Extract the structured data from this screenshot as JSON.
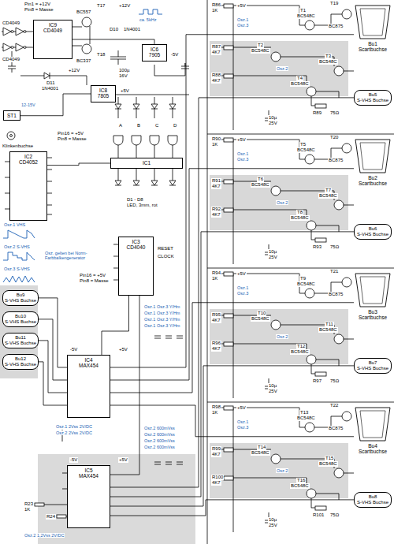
{
  "diagram": {
    "nodes": [
      {
        "text": [
          "IC9",
          "CD4049"
        ]
      },
      {
        "text": [
          "IC6",
          "7905"
        ]
      },
      {
        "text": [
          "ST1"
        ]
      },
      {
        "text": [
          "IC8",
          "7805"
        ]
      },
      {
        "text": [
          "IC1"
        ]
      },
      {
        "text": [
          "IC2",
          "CD4052"
        ]
      },
      {
        "text": [
          "IC3",
          "CD4040"
        ]
      },
      {
        "text": [
          "Bu9",
          "S-VHS Buchse"
        ]
      },
      {
        "text": [
          "Bu10",
          "S-VHS Buchse"
        ]
      },
      {
        "text": [
          "Bu11",
          "S-VHS Buchse"
        ]
      },
      {
        "text": [
          "Bu12",
          "S-VHS Buchse"
        ]
      },
      {
        "text": [
          "IC4",
          "MAX454"
        ]
      },
      {
        "text": [
          "IC5",
          "MAX454"
        ]
      },
      {
        "text": [
          "Bu1",
          "Scartbuchse"
        ]
      },
      {
        "text": [
          "Bu5",
          "S-VHS Buchse"
        ]
      },
      {
        "text": [
          "Bu2",
          "Scartbuchse"
        ]
      },
      {
        "text": [
          "Bu6",
          "S-VHS Buchse"
        ]
      },
      {
        "text": [
          "Bu3",
          "Scartbuchse"
        ]
      },
      {
        "text": [
          "Bu7",
          "S-VHS Buchse"
        ]
      },
      {
        "text": [
          "Bu4",
          "Scartbuchse"
        ]
      },
      {
        "text": [
          "Bu8",
          "S-VHS Buchse"
        ]
      }
    ],
    "edges": [
      {
        "from": 0,
        "to": 1,
        "arrow": "none"
      },
      {
        "from": 2,
        "to": 3,
        "arrow": "none"
      },
      {
        "from": 5,
        "to": 4,
        "arrow": "none"
      },
      {
        "from": 6,
        "to": 11,
        "arrow": "none"
      },
      {
        "from": 6,
        "to": 12,
        "arrow": "none"
      },
      {
        "from": 7,
        "to": 11,
        "arrow": "none"
      },
      {
        "from": 8,
        "to": 11,
        "arrow": "none"
      },
      {
        "from": 9,
        "to": 11,
        "arrow": "none"
      },
      {
        "from": 10,
        "to": 11,
        "arrow": "none"
      },
      {
        "from": 11,
        "to": 13,
        "arrow": "none"
      },
      {
        "from": 11,
        "to": 15,
        "arrow": "none"
      },
      {
        "from": 11,
        "to": 17,
        "arrow": "none"
      },
      {
        "from": 11,
        "to": 19,
        "arrow": "none"
      },
      {
        "from": 12,
        "to": 14,
        "arrow": "none"
      },
      {
        "from": 12,
        "to": 16,
        "arrow": "none"
      },
      {
        "from": 12,
        "to": 18,
        "arrow": "none"
      },
      {
        "from": 12,
        "to": 20,
        "arrow": "none"
      }
    ],
    "labels": [
      "Pin1 = +12V",
      "Pin8 = Masse",
      "CD4049",
      "CD4049",
      "T17",
      "BC557",
      "T18",
      "BC337",
      "+12V",
      "ca. 5kHz",
      "D10",
      "1N4001",
      "-5V",
      "100µ",
      "16V",
      "12-15V",
      "Klinkenbuchse",
      "D11",
      "1N4001",
      "+12V",
      "+5V",
      "D1 - D8",
      "LED, 3mm, rot",
      "A",
      "B",
      "C",
      "D",
      "Pin16 = +5V",
      "Pin8 = Masse",
      "Osz.1 VHS",
      "Osz.2 S-VHS",
      "Osz.3 S-VHS",
      "Osz. gelten bei Norm-Farbbalkengenerator",
      "Pin16 = +5V",
      "Pin8 = Masse",
      "RESET",
      "CLOCK",
      "Osz.1 Osz.3 Y/Hm",
      "Osz.1 Osz.3 Y/Hm",
      "Osz.1 Osz.3 Y/Hm",
      "Osz.1 Osz.3 Y/Hm",
      "Osz.1 2Vss 2V/DC",
      "Osz.2 2Vss 2V/DC",
      "Osz.2 600mVss",
      "Osz.2 600mVss",
      "Osz.2 600mVss",
      "Osz.2 600mVss",
      "Osz.2 1,2Vss 2V/DC",
      "-5V",
      "+5V",
      "-5V",
      "+5V",
      "R23",
      "1K",
      "R24",
      "T1",
      "BC548C",
      "Osz.1",
      "Osz.3",
      "T2",
      "BC548C",
      "T3",
      "BC548C",
      "T4",
      "BC548C",
      "T19",
      "BC875",
      "Osz.2",
      "R86",
      "1K",
      "R87",
      "4K7",
      "R88",
      "4K7",
      "R89",
      "75Ω",
      "+5V",
      "10µ",
      "25V",
      "T5",
      "BC548C",
      "Osz.1",
      "Osz.3",
      "T6",
      "BC548C",
      "T7",
      "BC548C",
      "T8",
      "BC548C",
      "T20",
      "BC875",
      "Osz.2",
      "R90",
      "1K",
      "R91",
      "4K7",
      "R92",
      "4K7",
      "R93",
      "75Ω",
      "+5V",
      "10µ",
      "25V",
      "T9",
      "BC548C",
      "Osz.1",
      "Osz.3",
      "T10",
      "BC548C",
      "T11",
      "BC548C",
      "T12",
      "BC548C",
      "T21",
      "BC875",
      "Osz.2",
      "R94",
      "1K",
      "R95",
      "4K7",
      "R96",
      "4K7",
      "R97",
      "75Ω",
      "+5V",
      "10µ",
      "25V",
      "T13",
      "BC548C",
      "Osz.1",
      "Osz.3",
      "T14",
      "BC548C",
      "T15",
      "BC548C",
      "T16",
      "BC548C",
      "T22",
      "BC875",
      "Osz.2",
      "R98",
      "1K",
      "R99",
      "4K7",
      "R100",
      "4K7",
      "R101",
      "75Ω",
      "+5V",
      "10µ",
      "25V"
    ]
  }
}
